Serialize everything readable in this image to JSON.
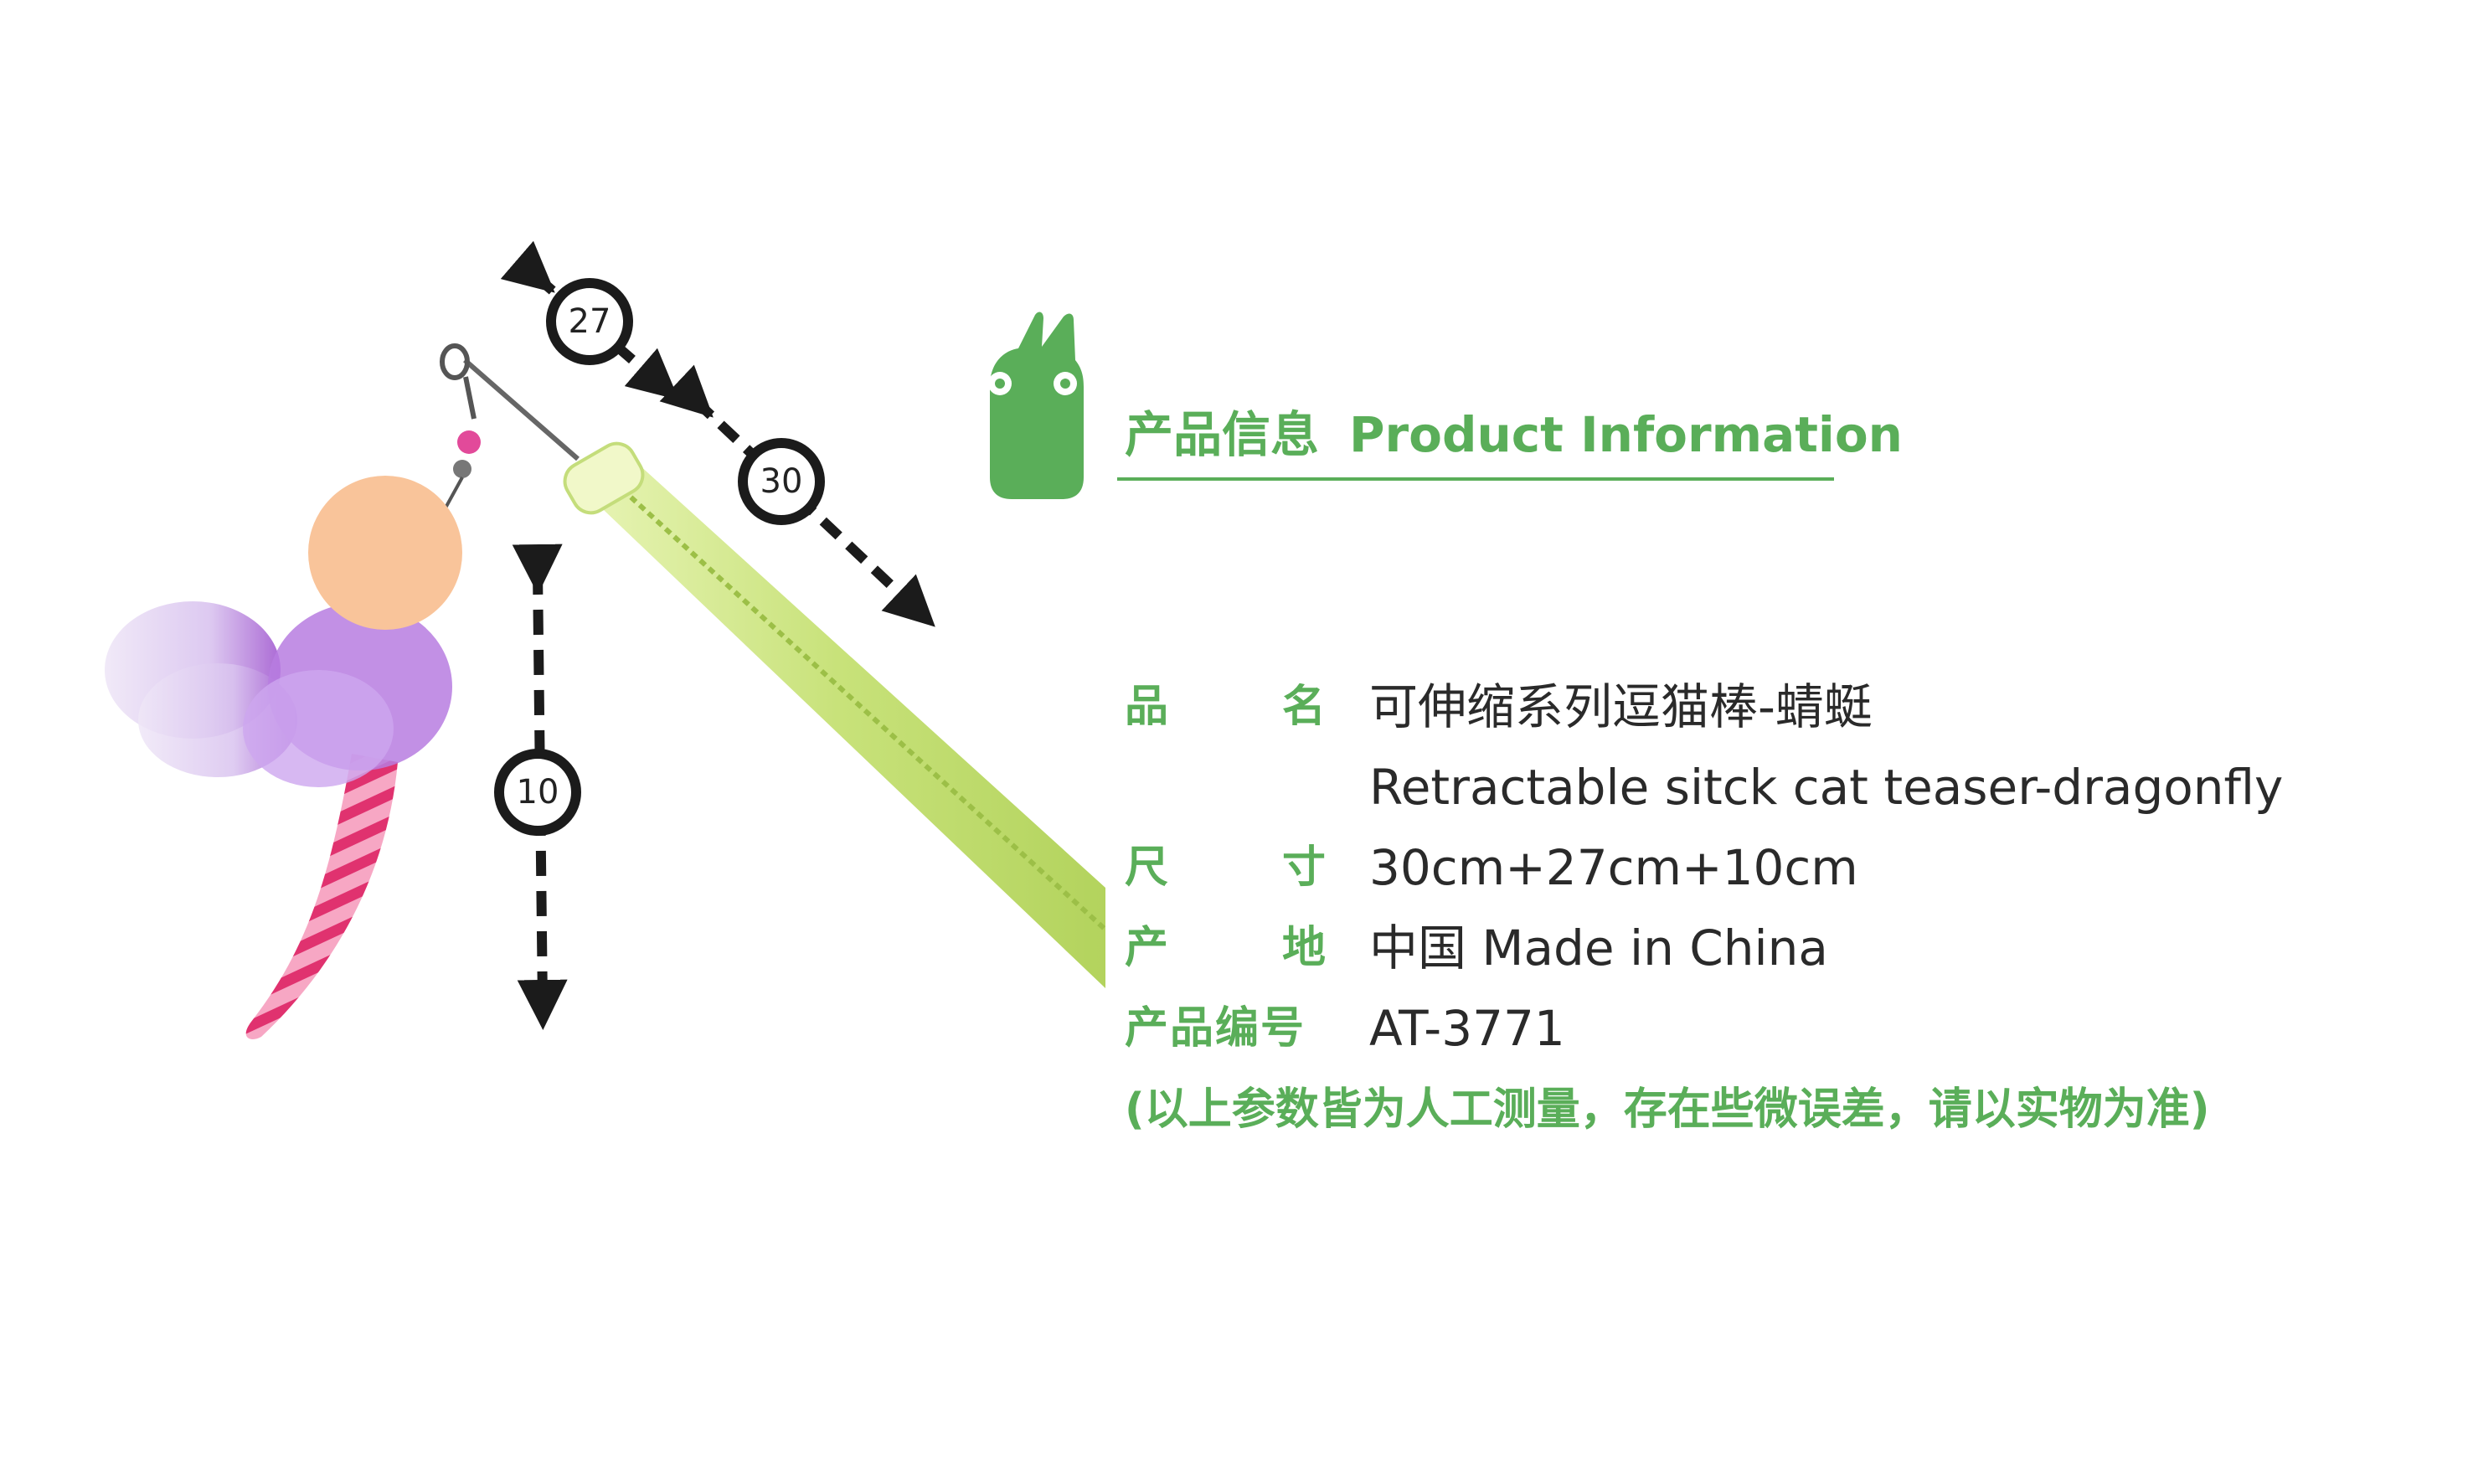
{
  "colors": {
    "brand_green": "#5aae59",
    "text_dark": "#2a2a2a"
  },
  "logo": {
    "icon": "green-cat-mascot-icon"
  },
  "header": {
    "title_cn": "产品信息",
    "title_en": "Product Information"
  },
  "dimensions": {
    "top": "27",
    "rod": "30",
    "drop": "10"
  },
  "specs": [
    {
      "label": [
        "品",
        "名"
      ],
      "value": "可伸缩系列逗猫棒-蜻蜓"
    },
    {
      "label": [],
      "value": "Retractable sitck cat teaser-dragonfly"
    },
    {
      "label": [
        "尺",
        "寸"
      ],
      "value": "30cm+27cm+10cm"
    },
    {
      "label": [
        "产",
        "地"
      ],
      "value": "中国 Made in China"
    },
    {
      "label": [
        "产品编号"
      ],
      "value": "AT-3771"
    }
  ],
  "note": "(以上参数皆为人工测量，存在些微误差，请以实物为准)"
}
